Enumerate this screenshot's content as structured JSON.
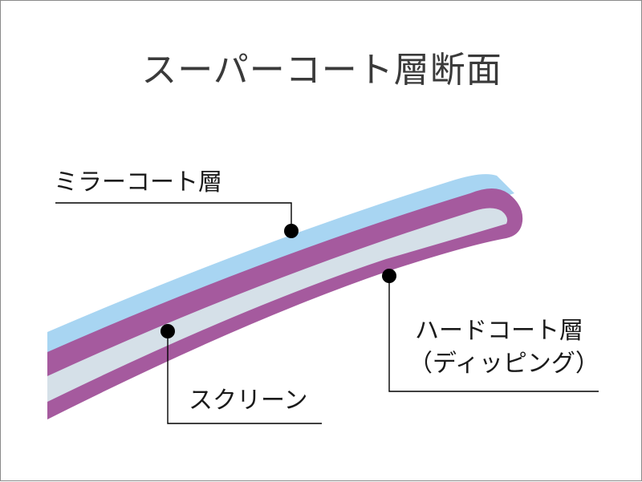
{
  "title": "スーパーコート層断面",
  "labels": {
    "mirror": "ミラーコート層",
    "hard_line1": "ハードコート層",
    "hard_line2": "（ディッピング）",
    "screen": "スクリーン"
  },
  "colors": {
    "mirror_layer": "#a8d5f2",
    "hard_layer": "#a55a9e",
    "screen_layer": "#d5e0e8",
    "leader": "#000000"
  }
}
